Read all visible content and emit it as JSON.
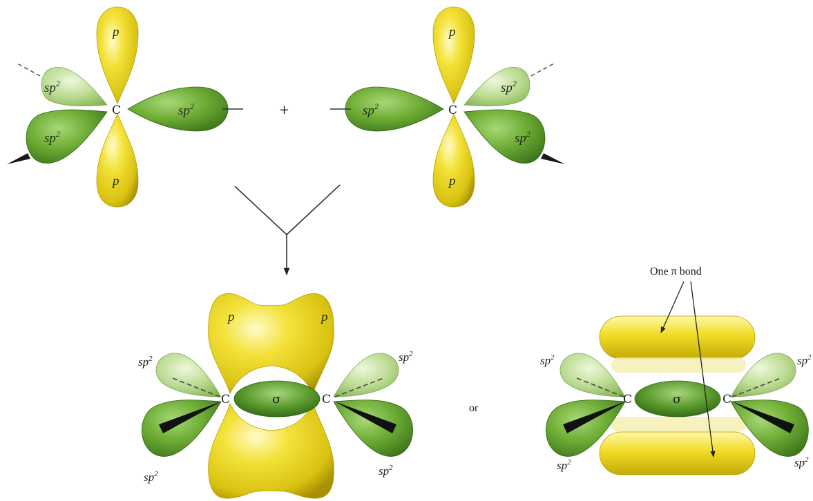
{
  "labels": {
    "p": "p",
    "sp2_base": "sp",
    "sp2_exp": "2",
    "carbon": "C",
    "sigma": "σ",
    "plus": "+",
    "or": "or",
    "pi_bond": "One π bond"
  },
  "colors": {
    "yellow_light": "#fff38a",
    "yellow_main": "#ecd81c",
    "yellow_dark": "#b8a10a",
    "green_light": "#cfe8a6",
    "green_main": "#78b43c",
    "green_dark": "#3f7d1d",
    "sigma_green": "#4f8f28"
  }
}
